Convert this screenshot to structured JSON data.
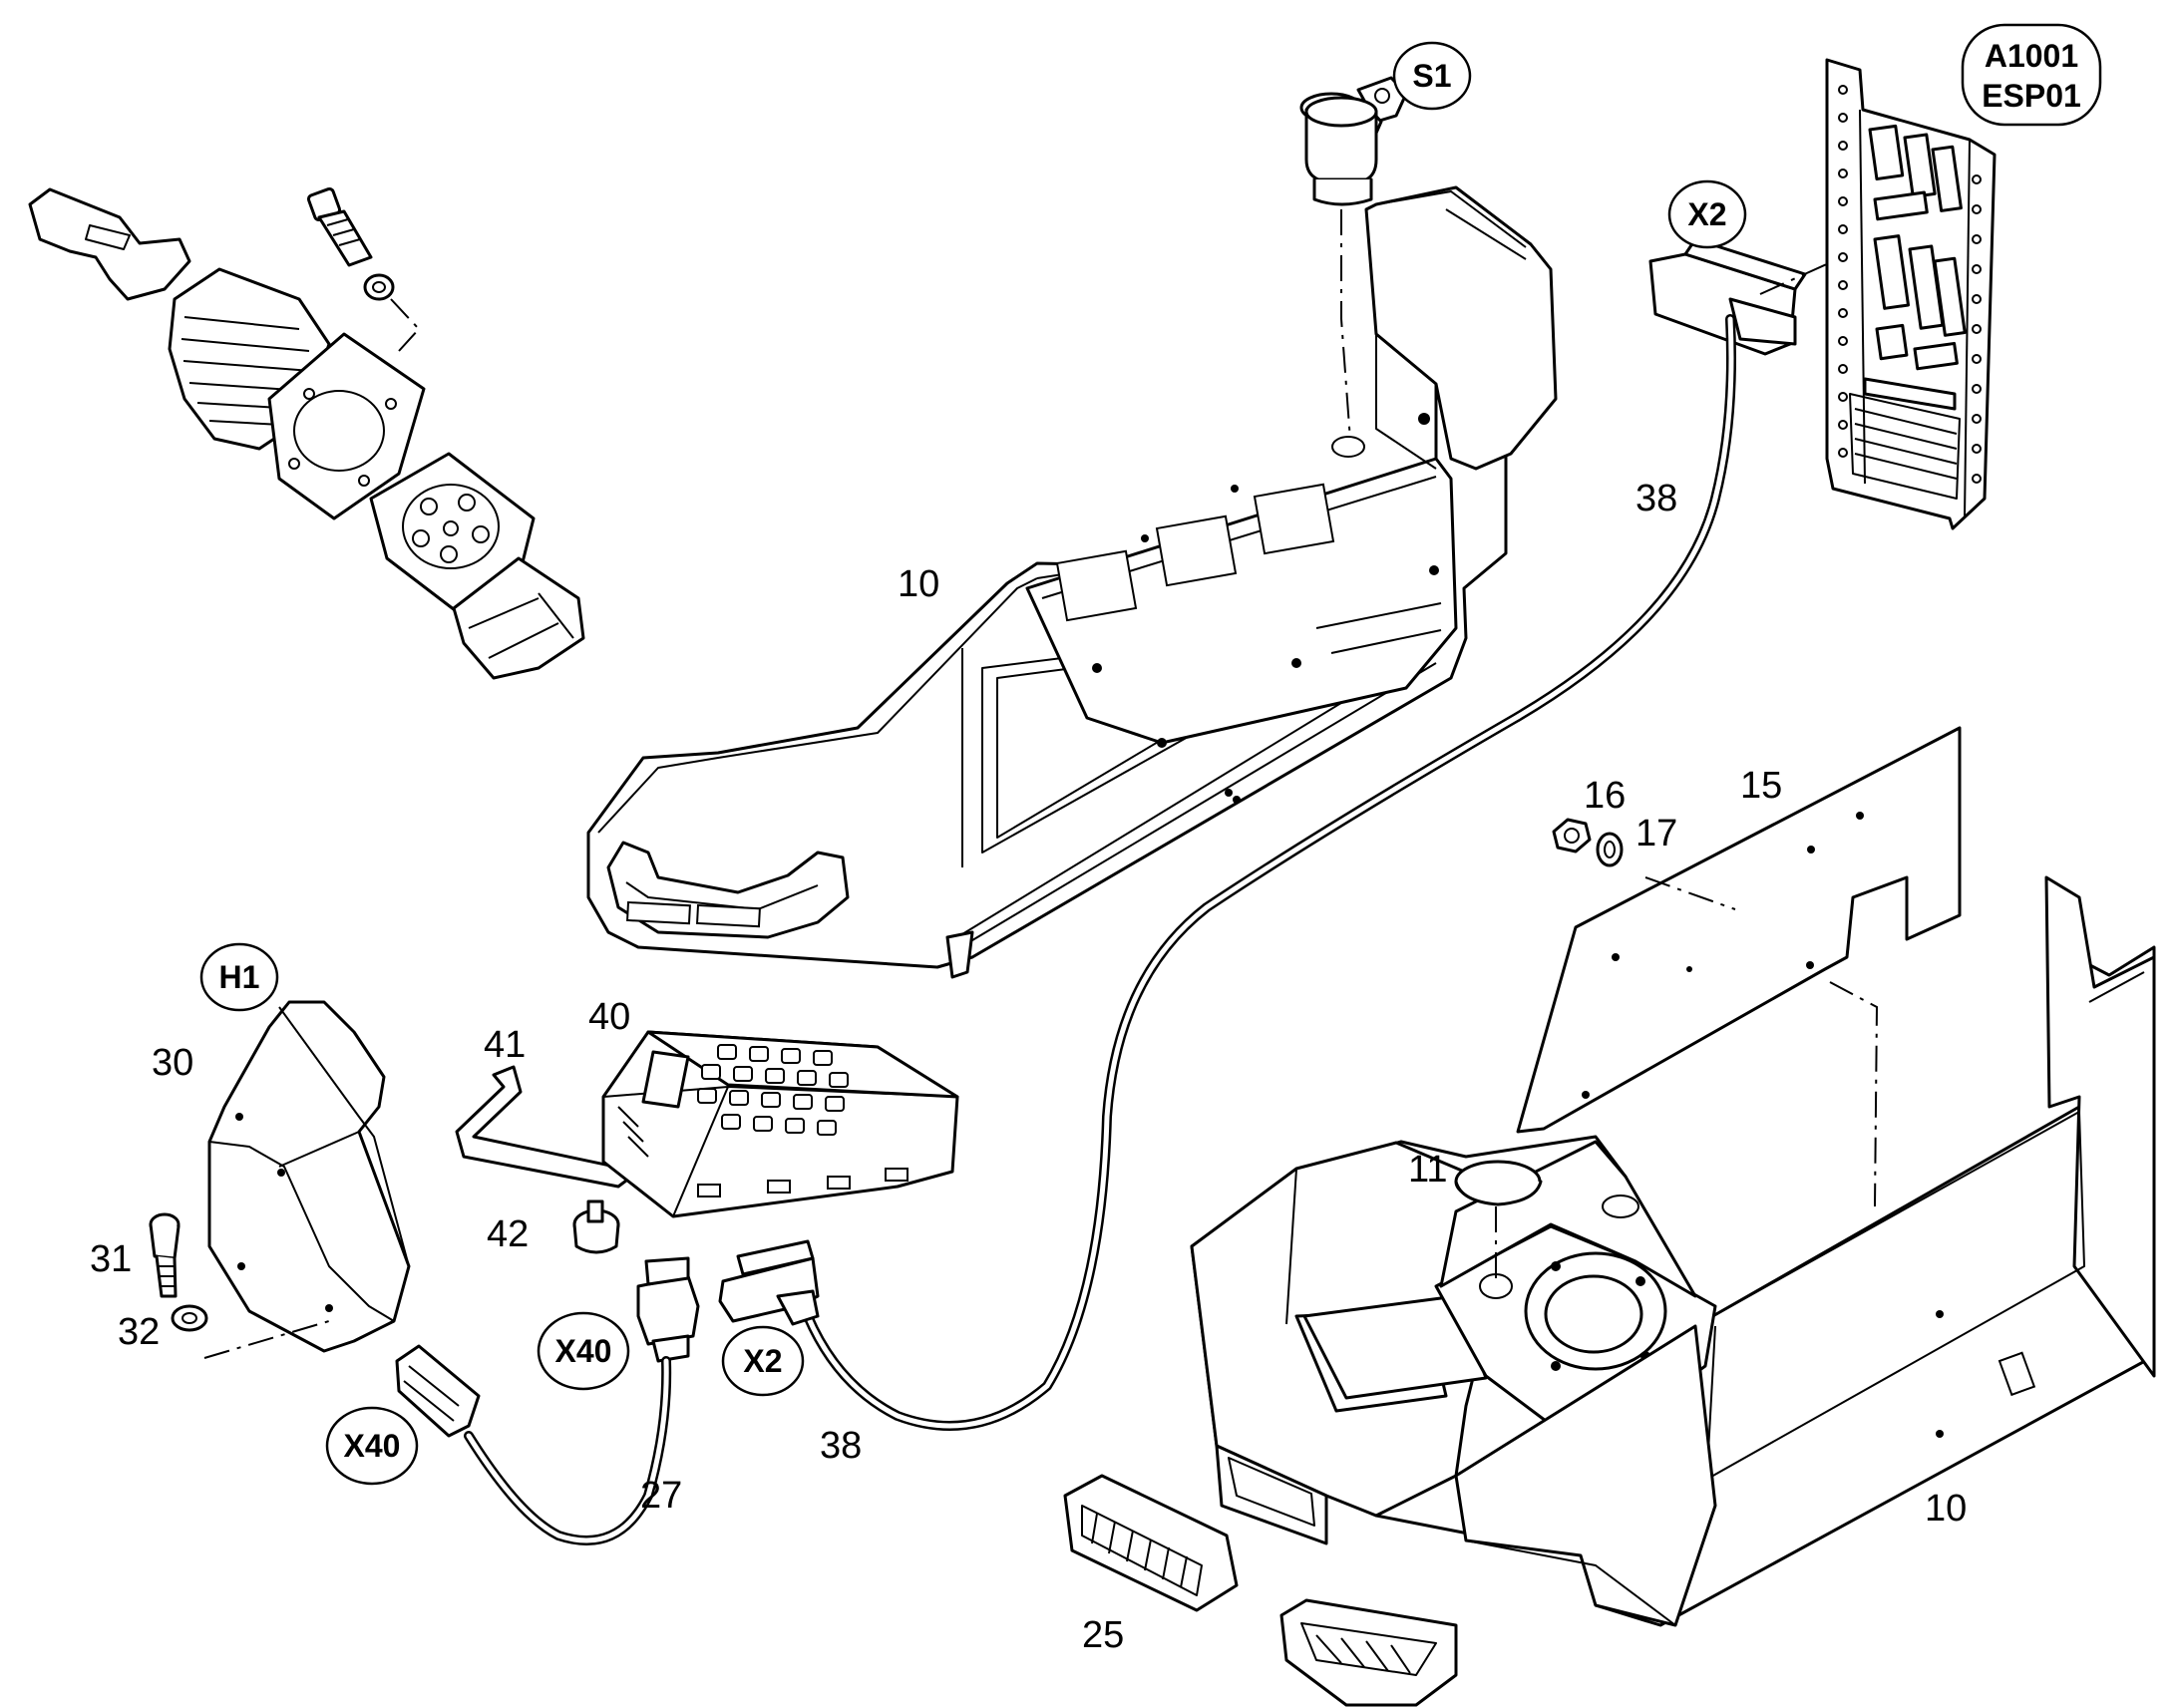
{
  "callouts": {
    "c10a": "10",
    "c10b": "10",
    "c38a": "38",
    "c38b": "38",
    "c16": "16",
    "c17": "17",
    "c15": "15",
    "c41": "41",
    "c40": "40",
    "c30": "30",
    "c31": "31",
    "c32": "32",
    "c42": "42",
    "c11": "11",
    "c27": "27",
    "c25": "25"
  },
  "tags": {
    "s1": "S1",
    "x2_top": "X2",
    "a1001_line1": "A1001",
    "a1001_line2": "ESP01",
    "h1": "H1",
    "x40_cable": "X40",
    "x2_cable": "X2",
    "x40_plug": "X40"
  },
  "icons": {
    "joystick": "joystick-lever-icon",
    "keyswitch": "key-switch-icon",
    "board": "circuit-board-icon",
    "keypad": "switch-panel-icon"
  }
}
